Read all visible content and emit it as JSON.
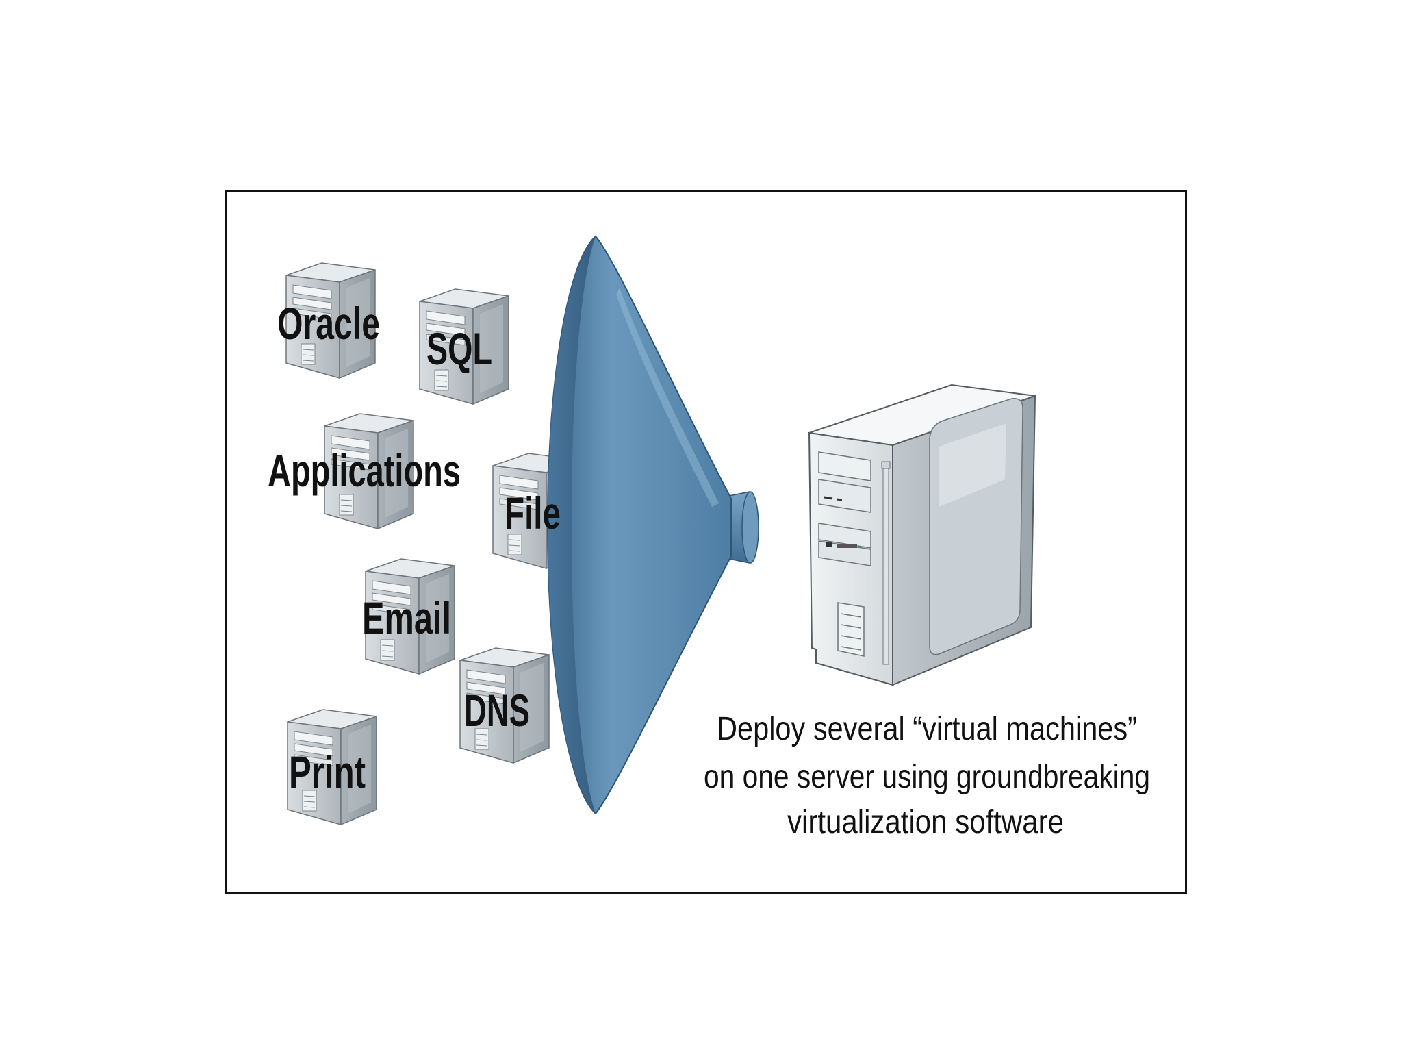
{
  "diagram": {
    "servers": [
      {
        "label": "Oracle"
      },
      {
        "label": "SQL"
      },
      {
        "label": "Applications"
      },
      {
        "label": "File"
      },
      {
        "label": "Email"
      },
      {
        "label": "DNS"
      },
      {
        "label": "Print"
      }
    ],
    "caption": {
      "line1": "Deploy several “virtual machines”",
      "line2": "on one server using groundbreaking",
      "line3": "virtualization software"
    },
    "colors": {
      "funnel": "#5a88ad",
      "funnel_dark": "#3f6c92",
      "server_body": "#c7ced3",
      "border": "#111111"
    }
  }
}
